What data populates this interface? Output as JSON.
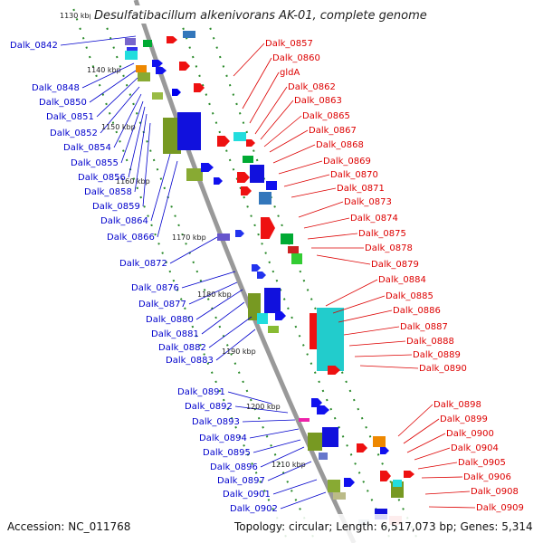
{
  "title": "Desulfatibacillum alkenivorans AK-01, complete genome",
  "accession": "Accession: NC_011768",
  "topology": "Topology: circular; Length: 6,517,073 bp; Genes: 5,314",
  "kbp_ticks": [
    "1130 kbp",
    "1140 kbp",
    "1150 kbp",
    "1160 kbp",
    "1170 kbp",
    "1180 kbp",
    "1190 kbp",
    "1200 kbp",
    "1210 kbp"
  ],
  "left_labels": [
    "Dalk_0842",
    "Dalk_0848",
    "Dalk_0850",
    "Dalk_0851",
    "Dalk_0852",
    "Dalk_0854",
    "Dalk_0855",
    "Dalk_0856",
    "Dalk_0858",
    "Dalk_0859",
    "Dalk_0864",
    "Dalk_0866",
    "Dalk_0872",
    "Dalk_0876",
    "Dalk_0877",
    "Dalk_0880",
    "Dalk_0881",
    "Dalk_0882",
    "Dalk_0883",
    "Dalk_0891",
    "Dalk_0892",
    "Dalk_0893",
    "Dalk_0894",
    "Dalk_0895",
    "Dalk_0896",
    "Dalk_0897",
    "Dalk_0901",
    "Dalk_0902"
  ],
  "right_labels": [
    "Dalk_0857",
    "Dalk_0860",
    "gldA",
    "Dalk_0862",
    "Dalk_0863",
    "Dalk_0865",
    "Dalk_0867",
    "Dalk_0868",
    "Dalk_0869",
    "Dalk_0870",
    "Dalk_0871",
    "Dalk_0873",
    "Dalk_0874",
    "Dalk_0875",
    "Dalk_0878",
    "Dalk_0879",
    "Dalk_0884",
    "Dalk_0885",
    "Dalk_0886",
    "Dalk_0887",
    "Dalk_0888",
    "Dalk_0889",
    "Dalk_0890",
    "Dalk_0898",
    "Dalk_0899",
    "Dalk_0900",
    "Dalk_0904",
    "Dalk_0905",
    "Dalk_0906",
    "Dalk_0908",
    "Dalk_0909"
  ],
  "colors": {
    "forward_label": "#0000cc",
    "reverse_label": "#dd0000",
    "backbone": "#999999",
    "track_dots": "#2a8a2a"
  }
}
